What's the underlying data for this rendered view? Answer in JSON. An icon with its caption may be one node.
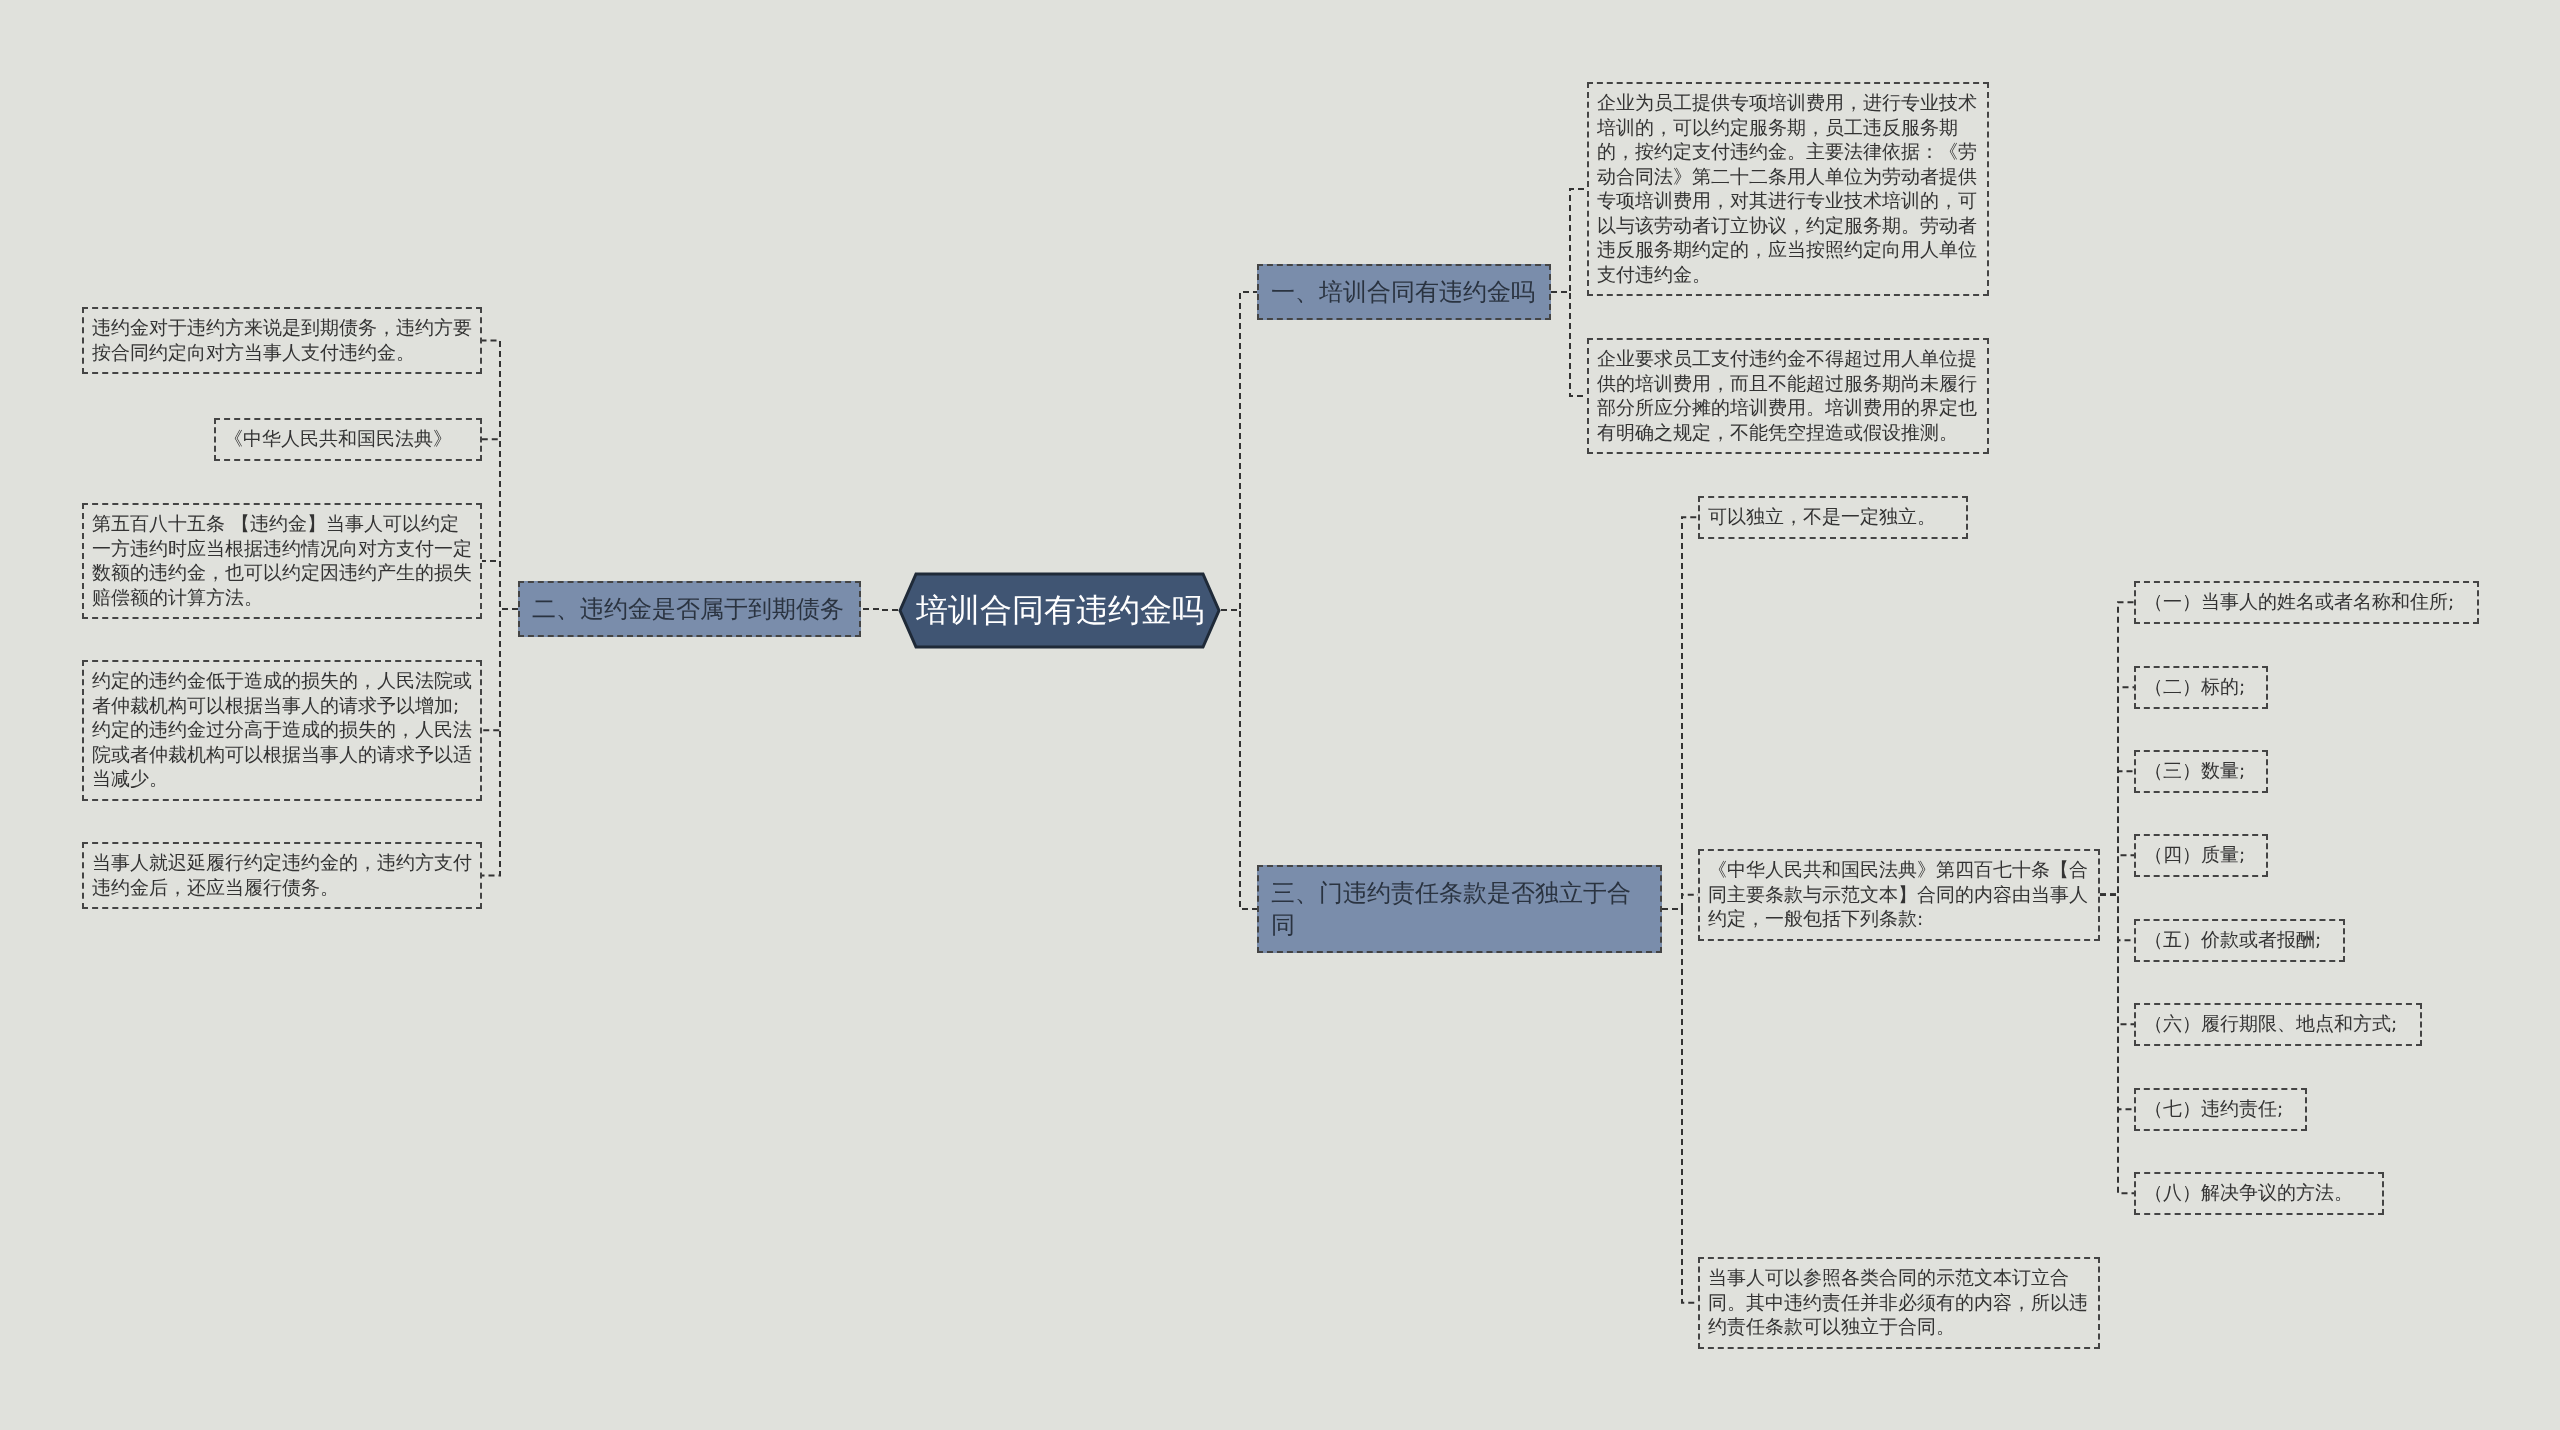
{
  "diagram": {
    "nodes": [
      {
        "text": [
          "培训合同有违约金吗"
        ]
      },
      {
        "text": [
          "一、培训合同有违约金吗"
        ]
      },
      {
        "text": [
          "企业为员工提供专项培训费用，进行专业技术培训的，可以约定服务期，员工违反服务期的，按约定支付违约金。主要法律依据：《劳动合同法》第二十二条用人单位为劳动者提供专项培训费用，对其进行专业技术培训的，可以与该劳动者订立协议，约定服务期。劳动者违反服务期约定的，应当按照约定向用人单位支付违约金。"
        ]
      },
      {
        "text": [
          "企业要求员工支付违约金不得超过用人单位提供的培训费用，而且不能超过服务期尚未履行部分所应分摊的培训费用。培训费用的界定也有明确之规定，不能凭空捏造或假设推测。"
        ]
      },
      {
        "text": [
          "二、违约金是否属于到期债务"
        ]
      },
      {
        "text": [
          "违约金对于违约方来说是到期债务，违约方要按合同约定向对方当事人支付违约金。"
        ]
      },
      {
        "text": [
          "《中华人民共和国民法典》"
        ]
      },
      {
        "text": [
          "第五百八十五条 【违约金】当事人可以约定一方违约时应当根据违约情况向对方支付一定数额的违约金，也可以约定因违约产生的损失赔偿额的计算方法。"
        ]
      },
      {
        "text": [
          "约定的违约金低于造成的损失的，人民法院或者仲裁机构可以根据当事人的请求予以增加;约定的违约金过分高于造成的损失的，人民法院或者仲裁机构可以根据当事人的请求予以适当减少。"
        ]
      },
      {
        "text": [
          "当事人就迟延履行约定违约金的，违约方支付违约金后，还应当履行债务。"
        ]
      },
      {
        "text": [
          "三、门违约责任条款是否独立于合同"
        ]
      },
      {
        "text": [
          "可以独立，不是一定独立。"
        ]
      },
      {
        "text": [
          "《中华人民共和国民法典》第四百七十条【合同主要条款与示范文本】合同的内容由当事人约定，一般包括下列条款:"
        ]
      },
      {
        "text": [
          "（一）当事人的姓名或者名称和住所;"
        ]
      },
      {
        "text": [
          "（二）标的;"
        ]
      },
      {
        "text": [
          "（三）数量;"
        ]
      },
      {
        "text": [
          "（四）质量;"
        ]
      },
      {
        "text": [
          "（五）价款或者报酬;"
        ]
      },
      {
        "text": [
          "（六）履行期限、地点和方式;"
        ]
      },
      {
        "text": [
          "（七）违约责任;"
        ]
      },
      {
        "text": [
          "（八）解决争议的方法。"
        ]
      },
      {
        "text": [
          "当事人可以参照各类合同的示范文本订立合同。其中违约责任并非必须有的内容，所以违约责任条款可以独立于合同。"
        ]
      }
    ],
    "edges": [
      {
        "from": 0,
        "to": 1,
        "arrow": "none"
      },
      {
        "from": 0,
        "to": 4,
        "arrow": "none"
      },
      {
        "from": 0,
        "to": 10,
        "arrow": "none"
      },
      {
        "from": 1,
        "to": 2,
        "arrow": "none"
      },
      {
        "from": 1,
        "to": 3,
        "arrow": "none"
      },
      {
        "from": 4,
        "to": 5,
        "arrow": "none"
      },
      {
        "from": 4,
        "to": 6,
        "arrow": "none"
      },
      {
        "from": 4,
        "to": 7,
        "arrow": "none"
      },
      {
        "from": 4,
        "to": 8,
        "arrow": "none"
      },
      {
        "from": 4,
        "to": 9,
        "arrow": "none"
      },
      {
        "from": 10,
        "to": 11,
        "arrow": "none"
      },
      {
        "from": 10,
        "to": 12,
        "arrow": "none"
      },
      {
        "from": 10,
        "to": 21,
        "arrow": "none"
      },
      {
        "from": 12,
        "to": 13,
        "arrow": "none"
      },
      {
        "from": 12,
        "to": 14,
        "arrow": "none"
      },
      {
        "from": 12,
        "to": 15,
        "arrow": "none"
      },
      {
        "from": 12,
        "to": 16,
        "arrow": "none"
      },
      {
        "from": 12,
        "to": 17,
        "arrow": "none"
      },
      {
        "from": 12,
        "to": 18,
        "arrow": "none"
      },
      {
        "from": 12,
        "to": 19,
        "arrow": "none"
      },
      {
        "from": 12,
        "to": 20,
        "arrow": "none"
      }
    ]
  }
}
